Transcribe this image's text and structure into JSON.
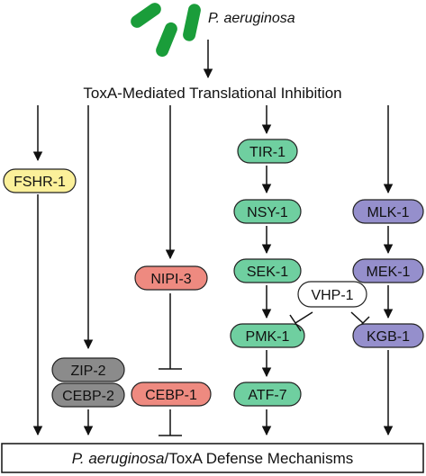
{
  "organism": {
    "label": "P. aeruginosa"
  },
  "top_process": "ToxA-Mediated Translational Inhibition",
  "bottom_process": {
    "italic_part": "P. aeruginosa",
    "rest": "/ToxA Defense Mechanisms"
  },
  "colors": {
    "bacteria": "#1a9d3a",
    "yellow": "#fbf09a",
    "red": "#ee8a80",
    "green": "#6fcfa0",
    "purple": "#958fcc",
    "gray": "#8b8b8b",
    "white": "#ffffff"
  },
  "nodes": {
    "fshr1": "FSHR-1",
    "nipi3": "NIPI-3",
    "cebp1": "CEBP-1",
    "zip2": "ZIP-2",
    "cebp2": "CEBP-2",
    "tir1": "TIR-1",
    "nsy1": "NSY-1",
    "sek1": "SEK-1",
    "pmk1": "PMK-1",
    "atf7": "ATF-7",
    "vhp1": "VHP-1",
    "mlk1": "MLK-1",
    "mek1": "MEK-1",
    "kgb1": "KGB-1"
  }
}
